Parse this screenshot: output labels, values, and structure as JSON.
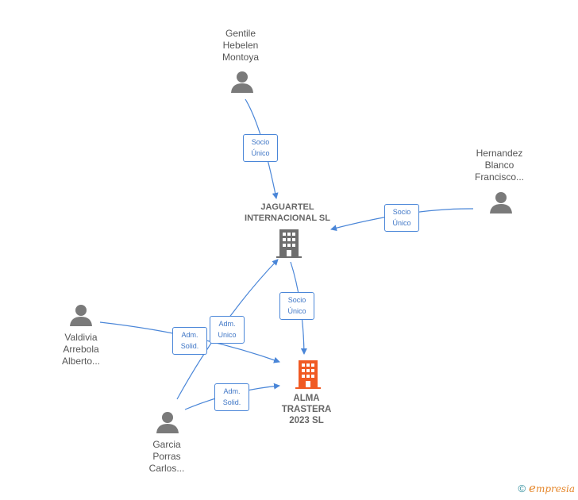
{
  "people": {
    "gentile": {
      "name_lines": [
        "Gentile",
        "Hebelen",
        "Montoya"
      ]
    },
    "hernandez": {
      "name_lines": [
        "Hernandez",
        "Blanco",
        "Francisco..."
      ]
    },
    "valdivia": {
      "name_lines": [
        "Valdivia",
        "Arrebola",
        "Alberto..."
      ]
    },
    "garcia": {
      "name_lines": [
        "Garcia",
        "Porras",
        "Carlos..."
      ]
    }
  },
  "companies": {
    "jaguartel": {
      "name_lines": [
        "JAGUARTEL",
        "INTERNACIONAL SL"
      ],
      "color": "#6e6e6e"
    },
    "alma": {
      "name_lines": [
        "ALMA",
        "TRASTERA",
        "2023  SL"
      ],
      "color": "#f05a23"
    }
  },
  "relations": {
    "gentile_jaguartel": [
      "Socio",
      "Único"
    ],
    "hernandez_jaguartel": [
      "Socio",
      "Único"
    ],
    "jaguartel_alma": [
      "Socio",
      "Único"
    ],
    "valdivia_alma": [
      "Adm.",
      "Solid."
    ],
    "garcia_jaguartel": [
      "Adm.",
      "Unico"
    ],
    "garcia_alma": [
      "Adm.",
      "Solid."
    ]
  },
  "colors": {
    "edge": "#4a86d8",
    "person": "#7a7a7a"
  },
  "footer": {
    "copyright": "©",
    "brand_initial": "e",
    "brand_rest": "mpresia"
  }
}
